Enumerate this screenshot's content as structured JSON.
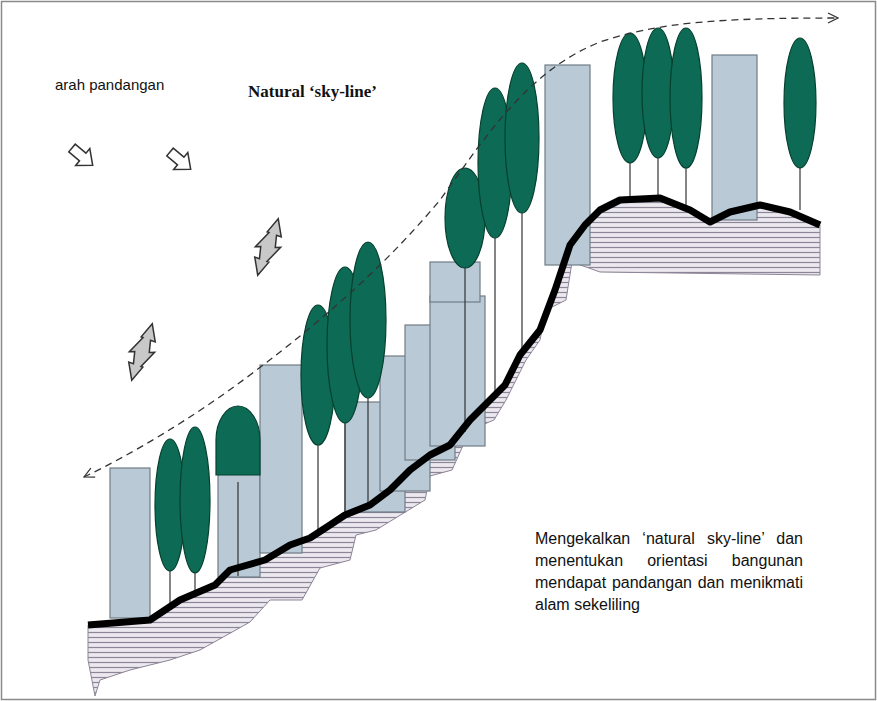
{
  "diagram": {
    "labels": [
      "arah pandangan",
      "Natural ‘sky-line’",
      "Mengekalkan ‘natural sky-line’ dan menentukan orientasi bangunan mendapat pandangan dan menikmati alam sekeliling"
    ]
  }
}
